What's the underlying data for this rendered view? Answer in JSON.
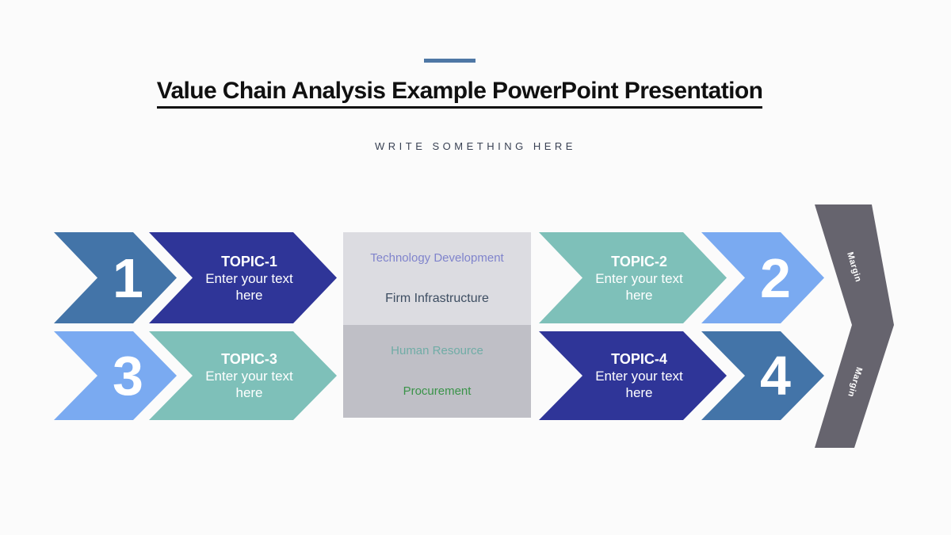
{
  "header": {
    "title": "Value Chain Analysis Example PowerPoint Presentation",
    "subtitle": "WRITE SOMETHING HERE",
    "accent_line_color": "#4E77A5",
    "title_color": "#101010",
    "subtitle_color": "#3A4254"
  },
  "chevrons": {
    "num1": {
      "label": "1",
      "color": "#4374A8"
    },
    "topic1": {
      "title": "TOPIC-1",
      "body": "Enter your text here",
      "color": "#2F3598"
    },
    "topic2": {
      "title": "TOPIC-2",
      "body": "Enter your text here",
      "color": "#7EC0B9"
    },
    "num2": {
      "label": "2",
      "color": "#7AAAF1"
    },
    "num3": {
      "label": "3",
      "color": "#7AAAF1"
    },
    "topic3": {
      "title": "TOPIC-3",
      "body": "Enter your text here",
      "color": "#7EC0B9"
    },
    "topic4": {
      "title": "TOPIC-4",
      "body": "Enter your text here",
      "color": "#2F3598"
    },
    "num4": {
      "label": "4",
      "color": "#4374A8"
    }
  },
  "support_matrix": {
    "top_cell": {
      "background": "#DCDCE1",
      "label1": {
        "text": "Technology Development",
        "color": "#8084CC"
      },
      "label2": {
        "text": "Firm Infrastructure",
        "color": "#3E4E62"
      }
    },
    "bottom_cell": {
      "background": "#BFBFC6",
      "label1": {
        "text": "Human Resource",
        "color": "#70ACA6"
      },
      "label2": {
        "text": "Procurement",
        "color": "#3A9349"
      }
    }
  },
  "margin_band": {
    "color": "#66646E",
    "text_color": "#FFFFFF",
    "upper_label": "Margin",
    "lower_label": "Margin"
  }
}
